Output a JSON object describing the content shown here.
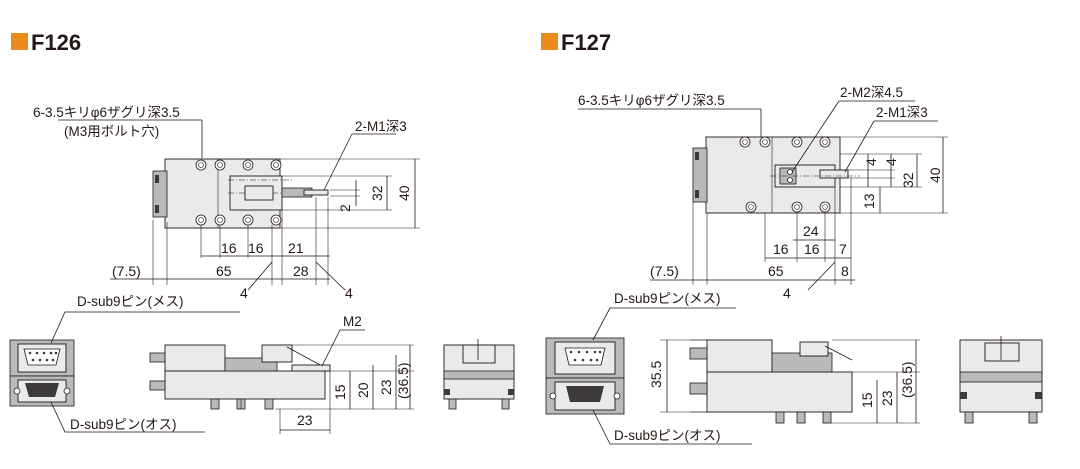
{
  "accent_color": "#ED8A1E",
  "f126": {
    "title": "F126",
    "hole_note": "6-3.5キリφ6ザグリ深3.5",
    "hole_note_sub": "(M3用ボルト穴)",
    "thread_note": "2-M1深3",
    "tap_note": "M2",
    "dsub_female": "D-sub9ピン(メス)",
    "dsub_male": "D-sub9ピン(オス)",
    "dims": {
      "d16a": "16",
      "d16b": "16",
      "d21": "21",
      "d75": "(7.5)",
      "d65": "65",
      "d28": "28",
      "d4a": "4",
      "d4b": "4",
      "d2": "2",
      "d32": "32",
      "d40": "40",
      "d15": "15",
      "d20": "20",
      "d23v": "23",
      "d365": "(36.5)",
      "d23h": "23"
    }
  },
  "f127": {
    "title": "F127",
    "hole_note": "6-3.5キリφ6ザグリ深3.5",
    "m2_note": "2-M2深4.5",
    "m1_note": "2-M1深3",
    "dsub_female": "D-sub9ピン(メス)",
    "dsub_male": "D-sub9ピン(オス)",
    "dims": {
      "d4a": "4",
      "d4b": "4",
      "d32": "32",
      "d40": "40",
      "d13": "13",
      "d24": "24",
      "d16a": "16",
      "d16b": "16",
      "d7": "7",
      "d75": "(7.5)",
      "d65": "65",
      "d8": "8",
      "d4c": "4",
      "d355": "35.5",
      "d15": "15",
      "d23": "23",
      "d365": "(36.5)"
    }
  }
}
